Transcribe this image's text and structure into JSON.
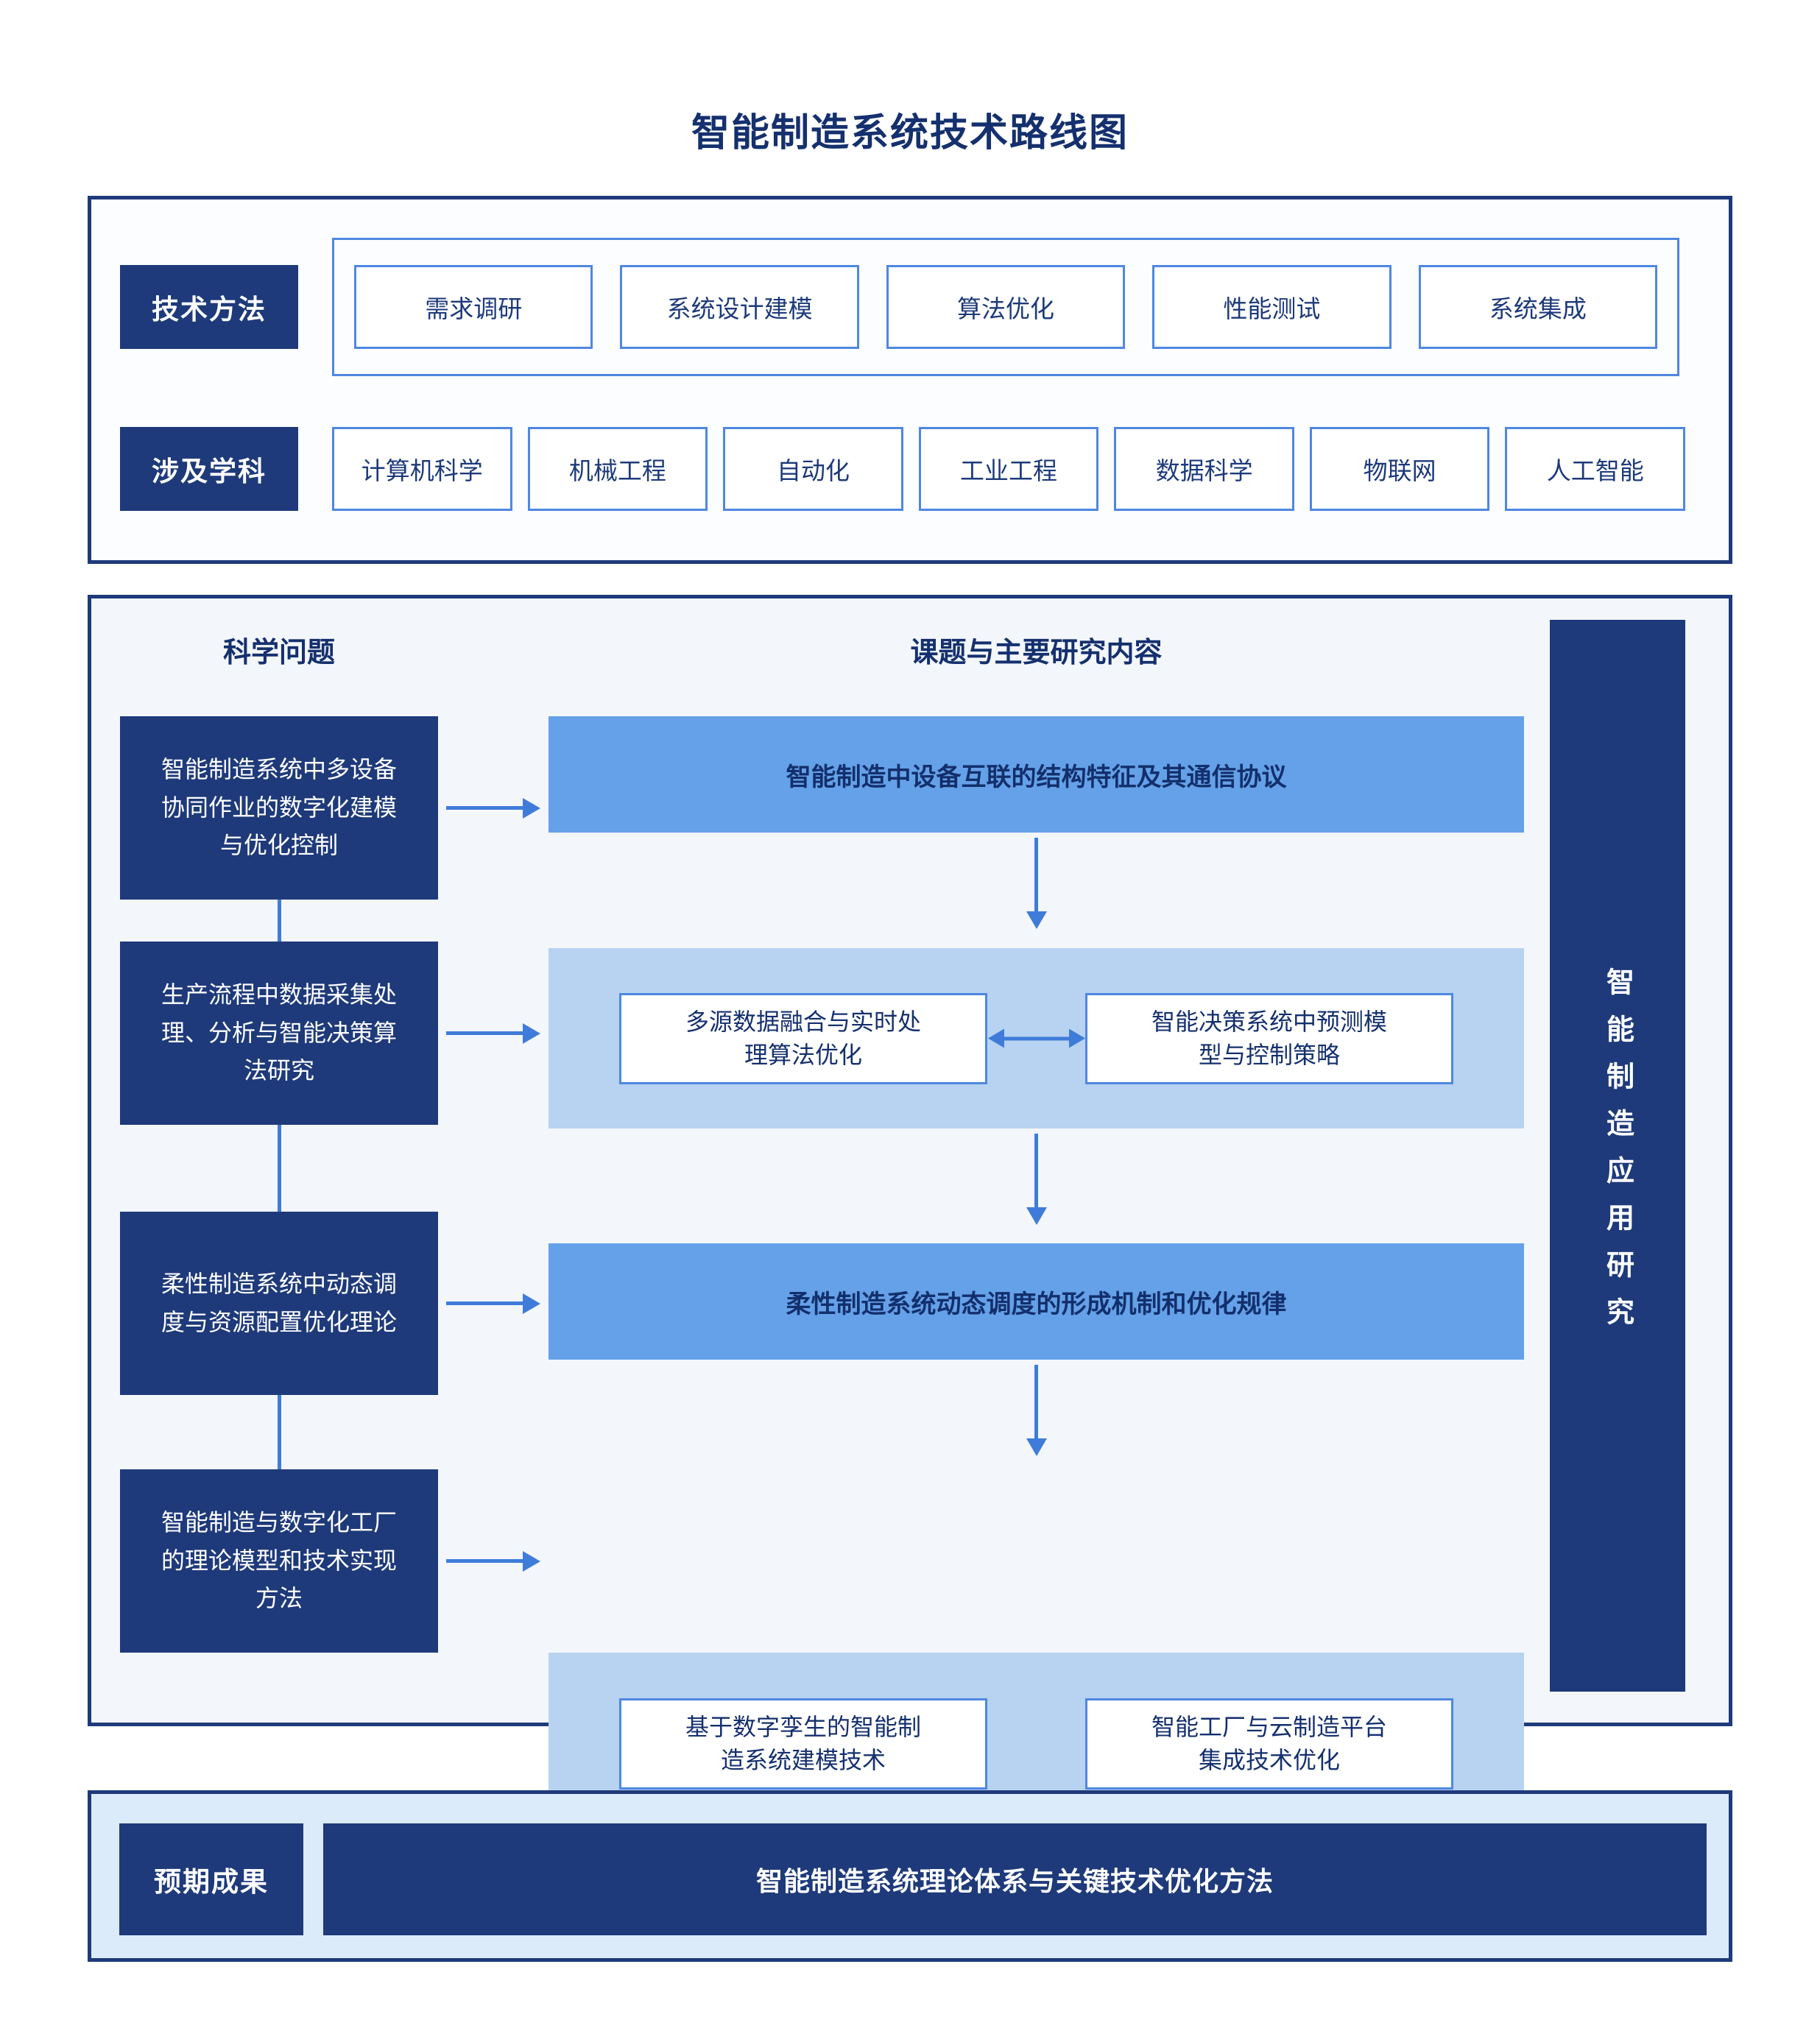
{
  "title": "智能制造系统技术路线图",
  "methods": {
    "label": "技术方法",
    "items": [
      "需求调研",
      "系统设计建模",
      "算法优化",
      "性能测试",
      "系统集成"
    ]
  },
  "disciplines": {
    "label": "涉及学科",
    "items": [
      "计算机科学",
      "机械工程",
      "自动化",
      "工业工程",
      "数据科学",
      "物联网",
      "人工智能"
    ]
  },
  "research": {
    "problems_header": "科学问题",
    "topics_header": "课题与主要研究内容",
    "problems": [
      "智能制造系统中多设备协同作业的数字化建模与优化控制",
      "生产流程中数据采集处理、分析与智能决策算法研究",
      "柔性制造系统中动态调度与资源配置优化理论",
      "智能制造与数字化工厂的理论模型和技术实现方法"
    ],
    "topic1": "智能制造中设备互联的结构特征及其通信协议",
    "topic2a": "多源数据融合与实时处理算法优化",
    "topic2b": "智能决策系统中预测模型与控制策略",
    "topic3": "柔性制造系统动态调度的形成机制和优化规律",
    "topic4a": "基于数字孪生的智能制造系统建模技术",
    "topic4b": "智能工厂与云制造平台集成技术优化",
    "sidebar": "智能制造应用研究"
  },
  "outcome": {
    "label": "预期成果",
    "content": "智能制造系统理论体系与关键技术优化方法"
  },
  "colors": {
    "navy": "#1e3a7a",
    "medium_blue": "#64a1e8",
    "light_blue": "#b7d3f1",
    "box_border_blue": "#4f87e0",
    "arrow_blue": "#3f7cd9",
    "section_research_bg": "#f3f7fc",
    "section_outcome_bg": "#dcebfa",
    "title_color": "#15306e"
  }
}
